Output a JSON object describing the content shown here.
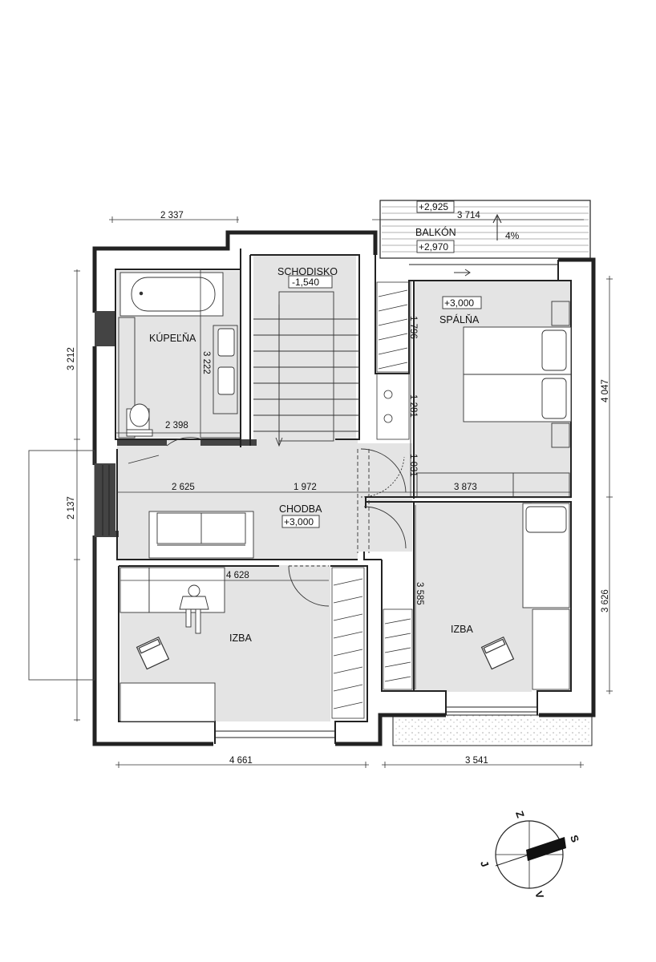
{
  "rooms": {
    "kupelna": "KÚPEĽŇA",
    "schodisko": "SCHODISKO",
    "schodisko_level": "-1,540",
    "balkon": "BALKÓN",
    "balkon_level_top": "+2,925",
    "balkon_level_bottom": "+2,970",
    "balkon_slope": "4%",
    "spalna": "SPÁLŇA",
    "spalna_level": "+3,000",
    "chodba": "CHODBA",
    "chodba_level": "+3,000",
    "izba_left": "IZBA",
    "izba_right": "IZBA"
  },
  "dimensions": {
    "top_left": "2 337",
    "balkon_width": "3 714",
    "left_upper": "3 212",
    "left_lower": "2 137",
    "kupelna_vertical": "3 222",
    "kupelna_horizontal": "2 398",
    "spalna_v1": "1 796",
    "spalna_v2": "1 281",
    "spalna_v3": "1 031",
    "right_upper": "4 047",
    "right_lower": "3 626",
    "chodba_left": "2 625",
    "chodba_mid": "1 972",
    "chodba_right": "3 873",
    "izba_left_width": "4 628",
    "izba_right_vertical": "3 585",
    "bottom_left": "4 661",
    "bottom_right": "3 541"
  },
  "compass": {
    "s": "S",
    "j": "J",
    "z": "Z",
    "v": "V"
  }
}
